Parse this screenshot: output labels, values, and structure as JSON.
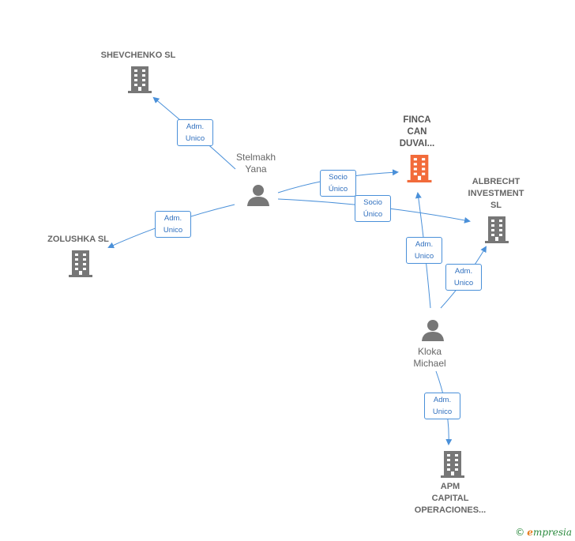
{
  "nodes": {
    "shevchenko": {
      "label": [
        "SHEVCHENKO SL"
      ]
    },
    "finca": {
      "label": [
        "FINCA",
        "CAN",
        "DUVAI..."
      ]
    },
    "albrecht": {
      "label": [
        "ALBRECHT",
        "INVESTMENT",
        "SL"
      ]
    },
    "zolushka": {
      "label": [
        "ZOLUSHKA SL"
      ]
    },
    "apm": {
      "label": [
        "APM",
        "CAPITAL",
        "OPERACIONES..."
      ]
    },
    "stelmakh": {
      "label": [
        "Stelmakh",
        "Yana"
      ]
    },
    "kloka": {
      "label": [
        "Kloka",
        "Michael"
      ]
    }
  },
  "edges": {
    "stelmakh_shevchenko": {
      "label": [
        "Adm.",
        "Unico"
      ]
    },
    "stelmakh_zolushka": {
      "label": [
        "Adm.",
        "Unico"
      ]
    },
    "stelmakh_finca": {
      "label": [
        "Socio",
        "Único"
      ]
    },
    "stelmakh_albrecht": {
      "label": [
        "Socio",
        "Único"
      ]
    },
    "kloka_finca": {
      "label": [
        "Adm.",
        "Unico"
      ]
    },
    "kloka_albrecht": {
      "label": [
        "Adm.",
        "Unico"
      ]
    },
    "kloka_apm": {
      "label": [
        "Adm.",
        "Unico"
      ]
    }
  },
  "colors": {
    "edge": "#4a90d9",
    "building": "#777777",
    "building_main": "#f26b3a",
    "person": "#777777"
  },
  "footer": {
    "copyright": "©",
    "brand_initial": "e",
    "brand_rest": "mpresia"
  }
}
